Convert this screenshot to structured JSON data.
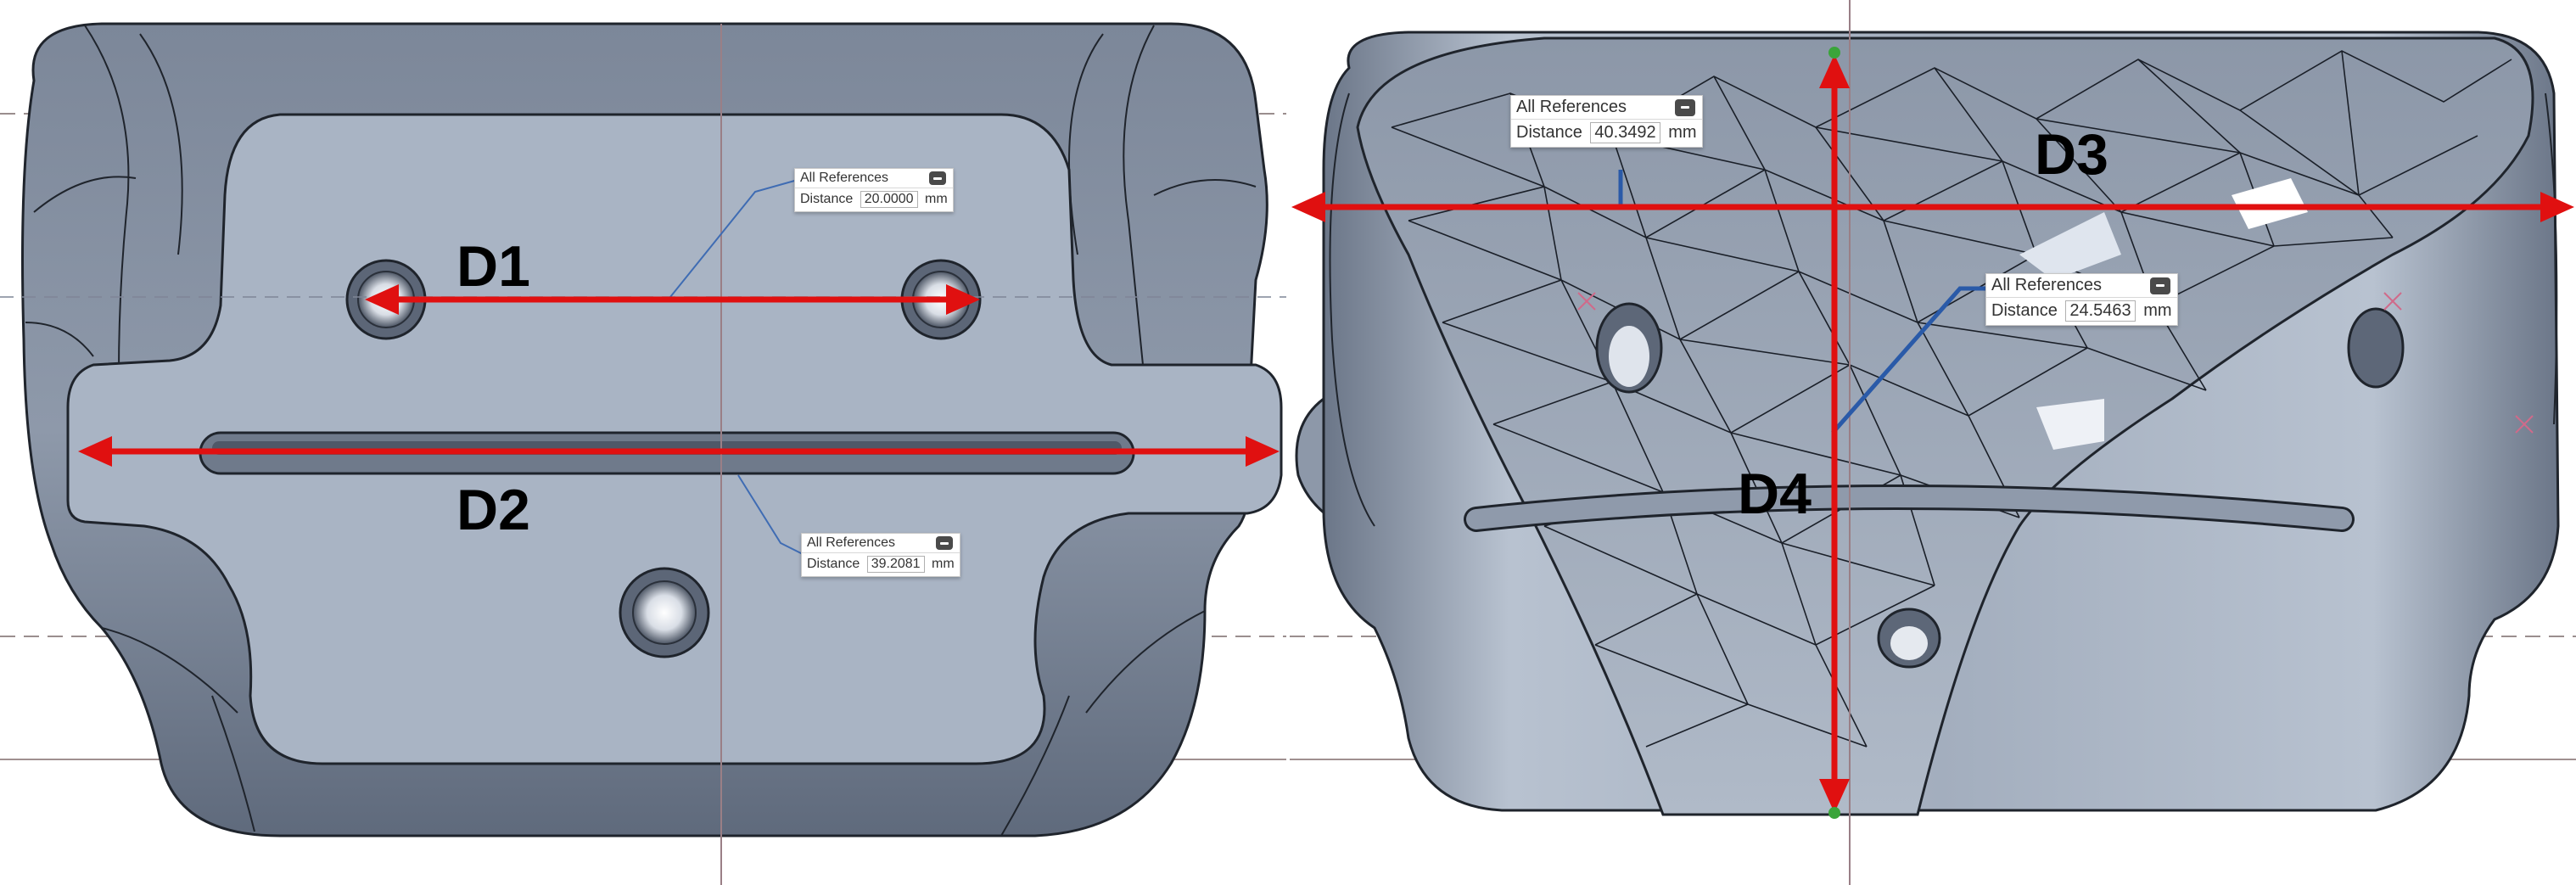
{
  "views": {
    "left": {
      "labels": {
        "d1": "D1",
        "d2": "D2"
      },
      "measurements": [
        {
          "title": "All References",
          "label": "Distance",
          "value": "20.0000",
          "unit": "mm"
        },
        {
          "title": "All References",
          "label": "Distance",
          "value": "39.2081",
          "unit": "mm"
        }
      ]
    },
    "right": {
      "labels": {
        "d3": "D3",
        "d4": "D4"
      },
      "measurements": [
        {
          "title": "All References",
          "label": "Distance",
          "value": "40.3492",
          "unit": "mm"
        },
        {
          "title": "All References",
          "label": "Distance",
          "value": "24.5463",
          "unit": "mm"
        }
      ]
    }
  },
  "colors": {
    "dimension_arrow": "#e01010",
    "leader_line": "#2a5aa8",
    "part_surface": "#a8b3c3",
    "part_shadow": "#6d7889",
    "mesh_edges": "#1a1f28",
    "endpoint_marker": "#3aa53a"
  },
  "icons": {
    "collapse": "minus-icon"
  }
}
